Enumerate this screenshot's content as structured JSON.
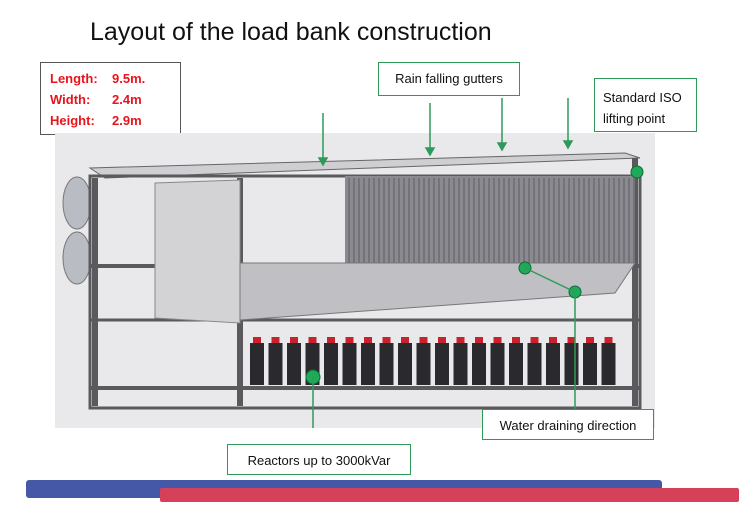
{
  "title": "Layout of the load bank construction",
  "dimensions": [
    {
      "label": "Length:",
      "value": "9.5m."
    },
    {
      "label": "Width:",
      "value": "2.4m"
    },
    {
      "label": "Height:",
      "value": "2.9m"
    }
  ],
  "callouts": {
    "rain_gutters": "Rain falling gutters",
    "iso_line1": "Standard ISO",
    "iso_line2": "lifting point",
    "water_draining": "Water draining direction",
    "reactors": "Reactors up to 3000kVar"
  },
  "colors": {
    "dimension_text": "#e8141c",
    "callout_green": "#2e9a5a",
    "marker_green": "#1faa5a",
    "bar_blue": "#4558a8",
    "bar_red": "#d6415a"
  }
}
